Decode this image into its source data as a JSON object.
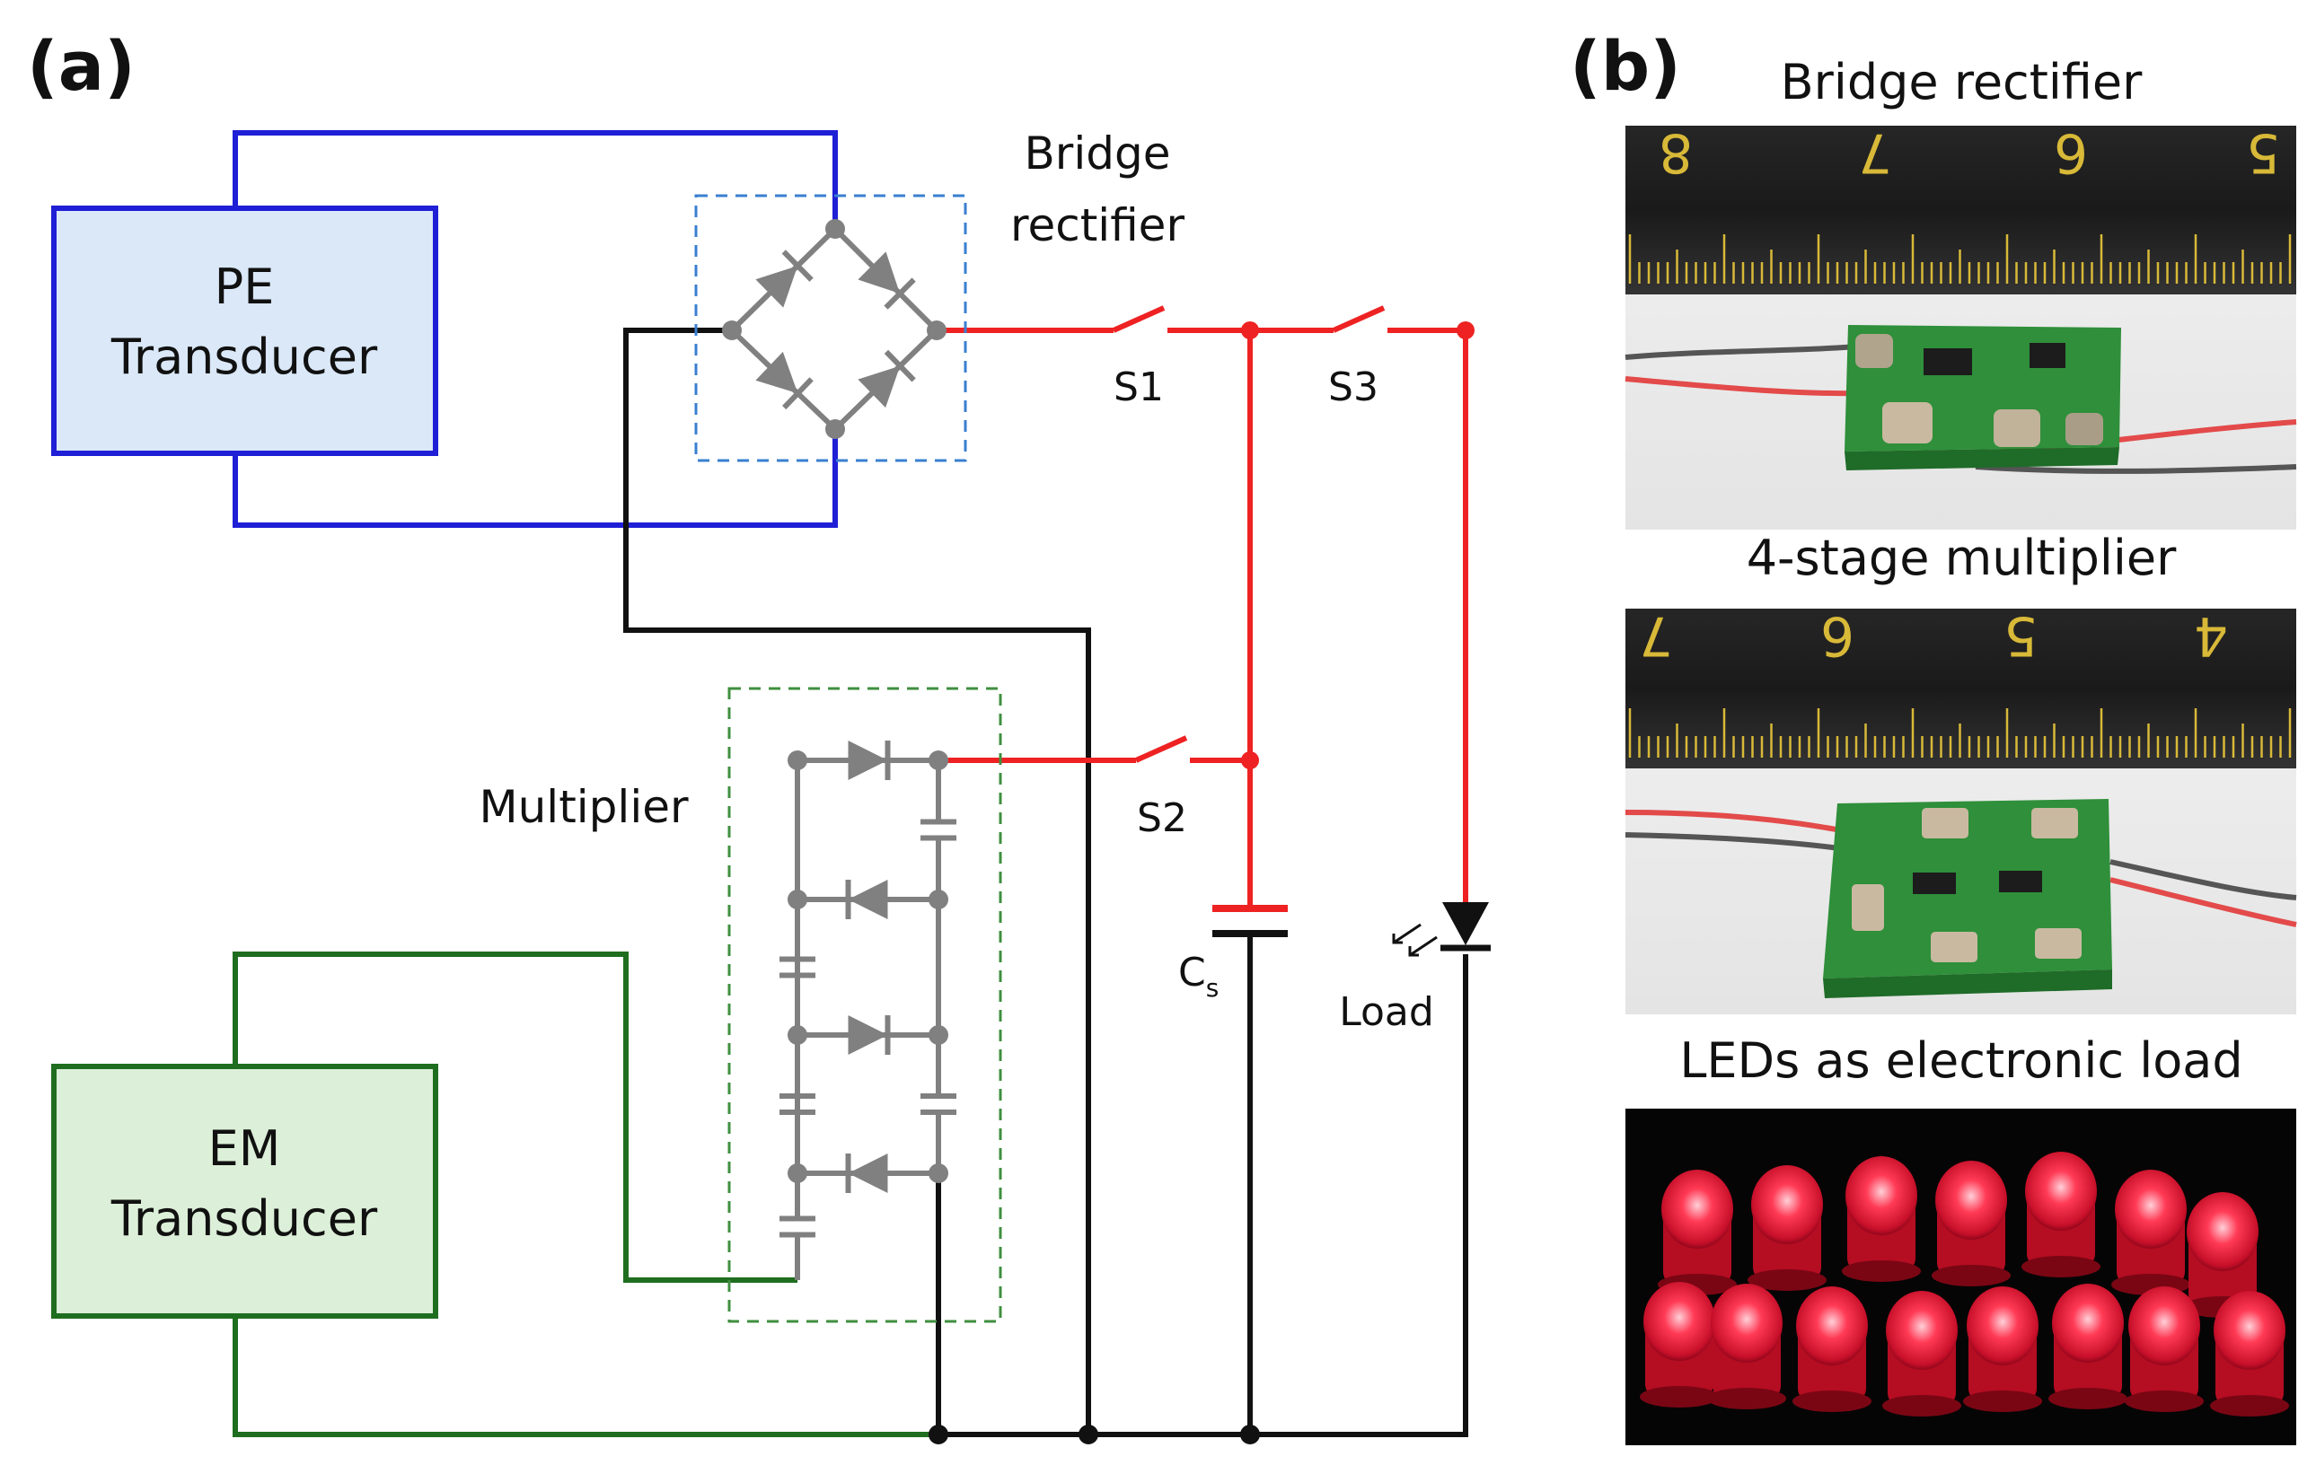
{
  "panel_a": {
    "label": "(a)",
    "pe_transducer": {
      "line1": "PE",
      "line2": "Transducer"
    },
    "em_transducer": {
      "line1": "EM",
      "line2": "Transducer"
    },
    "bridge_rectifier": {
      "line1": "Bridge",
      "line2": "rectifier"
    },
    "multiplier": "Multiplier",
    "switches": {
      "s1": "S1",
      "s2": "S2",
      "s3": "S3"
    },
    "capacitor": {
      "symbol": "C",
      "subscript": "s"
    },
    "load": "Load"
  },
  "panel_b": {
    "label": "(b)",
    "photos": [
      {
        "title": "Bridge rectifier",
        "ruler_numbers": [
          "8",
          "7",
          "6",
          "5"
        ]
      },
      {
        "title": "4-stage multiplier",
        "ruler_numbers": [
          "7",
          "6",
          "5",
          "4"
        ]
      },
      {
        "title": "LEDs as electronic load"
      }
    ]
  },
  "colors": {
    "pe_wire": "#1f1fd6",
    "pe_fill": "#dae8f8",
    "em_wire": "#1f6e1f",
    "em_fill": "#dcefd8",
    "dc_wire": "#ee2222",
    "ground_wire": "#111111",
    "component": "#808080",
    "bridge_box": "#3a7fd0",
    "multiplier_box": "#3f8f3f"
  }
}
